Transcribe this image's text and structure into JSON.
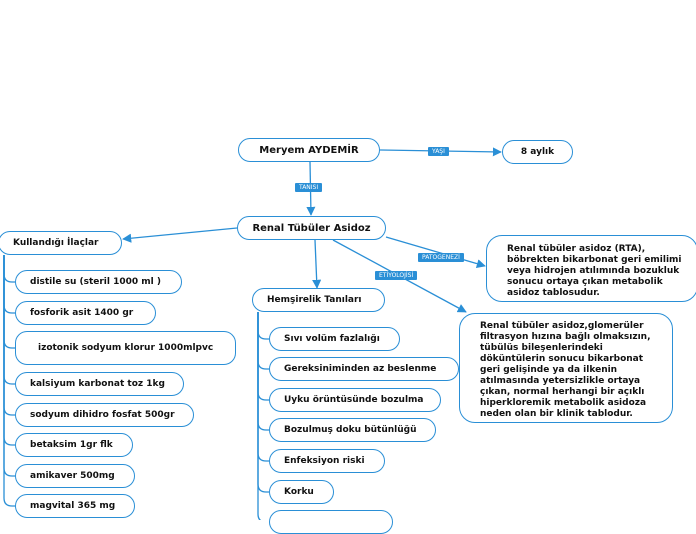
{
  "root": {
    "name": "Meryem AYDEMİR"
  },
  "age": {
    "tag": "YAŞI",
    "value": "8 aylık"
  },
  "diagnosis": {
    "tag": "TANISI",
    "name": "Renal Tübüler Asidoz"
  },
  "pathogenesis": {
    "tag": "PATOGENEZİ",
    "text": "Renal tübüler asidoz (RTA), böbrekten bikarbonat geri emilimi veya hidrojen atılımında bozukluk sonucu ortaya çıkan metabolik asidoz tablosudur."
  },
  "etiology": {
    "tag": "ETİYOLOJİSİ",
    "text": "Renal tübüler asidoz,glomerüler filtrasyon hızına bağlı olmaksızın, tübülüs bileşenlerindeki döküntülerin sonucu bikarbonat geri gelişinde ya da ilkenin atılmasında yetersizlikle ortaya çıkan, normal herhangi bir açıklı hiperkloremik metabolik asidoza neden olan bir klinik tablodur."
  },
  "medications": {
    "title": "Kullandığı İlaçlar",
    "items": [
      "distile su (steril 1000 ml )",
      "fosforik asit 1400 gr",
      "izotonik sodyum klorur 1000mlpvc",
      "kalsiyum karbonat toz 1kg",
      "sodyum dihidro fosfat 500gr",
      "betaksim 1gr flk",
      "amikaver 500mg",
      "magvital 365 mg"
    ]
  },
  "nursing": {
    "title": "Hemşirelik Tanıları",
    "items": [
      "Sıvı volüm fazlalığı",
      "Gereksiniminden  az beslenme",
      "Uyku örüntüsünde bozulma",
      "Bozulmuş doku bütünlüğü",
      "Enfeksiyon riski",
      "Korku",
      ""
    ]
  },
  "colors": {
    "line": "#2a8fd6",
    "tag": "#2a8fd6",
    "border": "#2a8fd6"
  }
}
